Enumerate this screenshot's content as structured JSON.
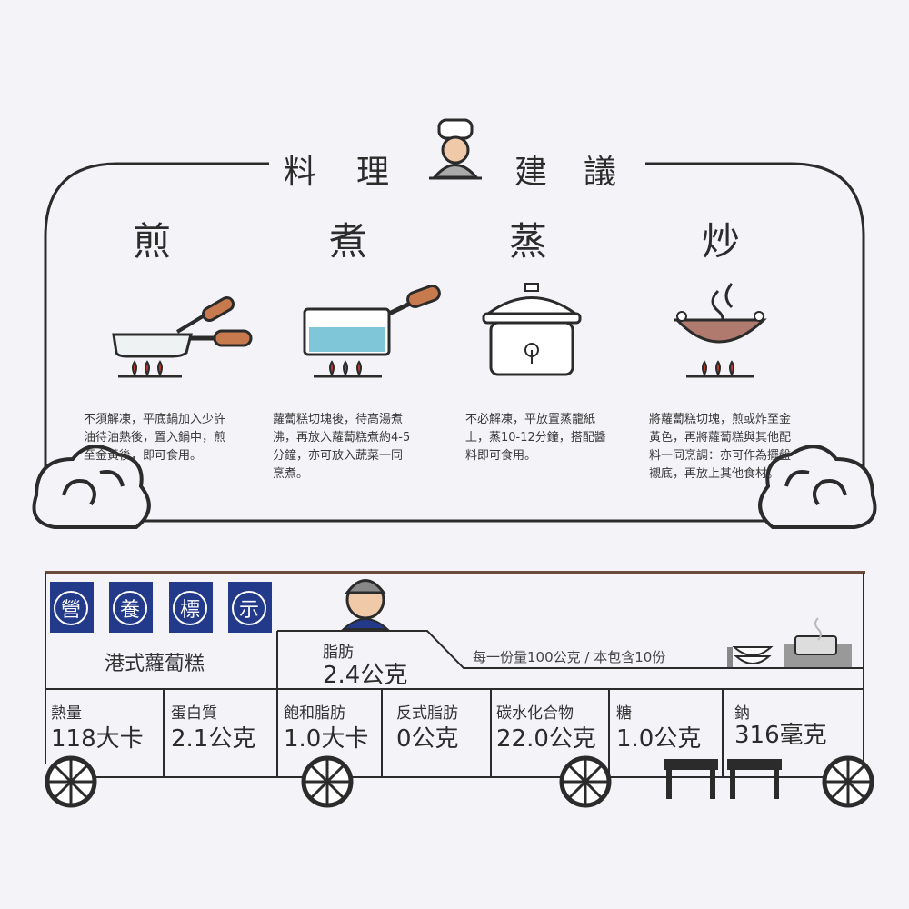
{
  "header": {
    "title_chars": [
      "料",
      "理",
      "建",
      "議"
    ]
  },
  "methods": [
    {
      "name": "煎",
      "desc_lines": [
        "不須解凍，平底鍋加入少許",
        "油待油熱後，置入鍋中，煎",
        "至金黃後，即可食用。"
      ]
    },
    {
      "name": "煮",
      "desc_lines": [
        "蘿蔔糕切塊後，待高湯煮",
        "沸，再放入蘿蔔糕煮約4-5",
        "分鐘，亦可放入蔬菜一同",
        "烹煮。"
      ]
    },
    {
      "name": "蒸",
      "desc_lines": [
        "不必解凍，平放置蒸籠紙",
        "上，蒸10-12分鐘，搭配醬",
        "料即可食用。"
      ]
    },
    {
      "name": "炒",
      "desc_lines": [
        "將蘿蔔糕切塊，煎或炸至金",
        "黃色，再將蘿蔔糕與其他配",
        "料一同烹調：亦可作為擺盤",
        "襯底，再放上其他食材。"
      ]
    }
  ],
  "nutrition": {
    "banner_chars": [
      "營",
      "養",
      "標",
      "示"
    ],
    "product": "港式蘿蔔糕",
    "serving": "每一份量100公克 / 本包含10份",
    "fat": {
      "label": "脂肪",
      "value": "2.4公克"
    },
    "items": [
      {
        "label": "熱量",
        "value": "118大卡"
      },
      {
        "label": "蛋白質",
        "value": "2.1公克"
      },
      {
        "label": "飽和脂肪",
        "value": "1.0大卡"
      },
      {
        "label": "反式脂肪",
        "value": "0公克"
      },
      {
        "label": "碳水化合物",
        "value": "22.0公克"
      },
      {
        "label": "糖",
        "value": "1.0公克"
      },
      {
        "label": "鈉",
        "value": "316毫克"
      }
    ]
  },
  "colors": {
    "line": "#2b2b2b",
    "banner": "#233a8b",
    "flame": "#c0392b",
    "handle": "#c87a4f",
    "water": "#7fc6d8"
  }
}
